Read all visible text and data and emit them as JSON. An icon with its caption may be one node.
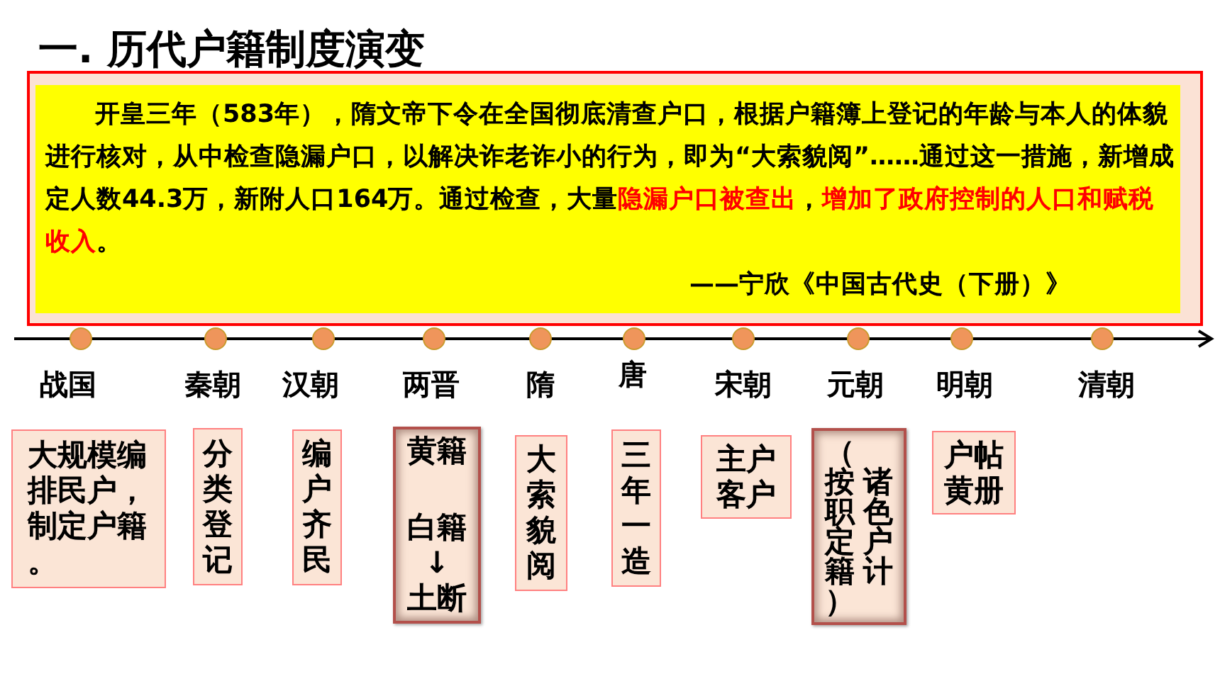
{
  "diagram": {
    "title": "一. 历代户籍制度演变",
    "nodes": [
      {
        "text": [
          "开皇三年（583年），隋文帝下令在全国彻底清查户口，根据户籍簿上登记的年龄与本人的体貌进行核对，从中检查隐漏户口，以解决诈老诈小的行为，即为“大索貌阅”……通过这一措施，新增成定人数44.3万，新附人口164万。通过检查，大量**隐漏户口被查出**，**增加了政府控制的人口和赋税收入**。",
          "——宁欣《中国古代史（下册）》"
        ]
      },
      {
        "text": [],
        "shape": "circle",
        "beside": [
          "战国"
        ]
      },
      {
        "text": [],
        "shape": "circle",
        "beside": [
          "秦朝"
        ]
      },
      {
        "text": [],
        "shape": "circle",
        "beside": [
          "汉朝"
        ]
      },
      {
        "text": [],
        "shape": "circle",
        "beside": [
          "两晋"
        ]
      },
      {
        "text": [],
        "shape": "circle",
        "beside": [
          "隋"
        ]
      },
      {
        "text": [],
        "shape": "circle",
        "beside": [
          "唐"
        ]
      },
      {
        "text": [],
        "shape": "circle",
        "beside": [
          "宋朝"
        ]
      },
      {
        "text": [],
        "shape": "circle",
        "beside": [
          "元朝"
        ]
      },
      {
        "text": [],
        "shape": "circle",
        "beside": [
          "明朝"
        ]
      },
      {
        "text": [],
        "shape": "circle",
        "beside": [
          "清朝"
        ]
      },
      {
        "text": [
          "大规模编排民户，制定户籍。"
        ]
      },
      {
        "text": [
          "分类登记"
        ]
      },
      {
        "text": [
          "编户齐民"
        ]
      },
      {
        "text": [
          "黄籍",
          "白籍",
          "↓",
          "土断"
        ]
      },
      {
        "text": [
          "大索貌阅"
        ]
      },
      {
        "text": [
          "三年一造"
        ]
      },
      {
        "text": [
          "主户",
          "客户"
        ]
      },
      {
        "text": [
          "（按职定籍）",
          "诸色户计"
        ]
      },
      {
        "text": [
          "户帖",
          "黄册"
        ]
      }
    ]
  }
}
